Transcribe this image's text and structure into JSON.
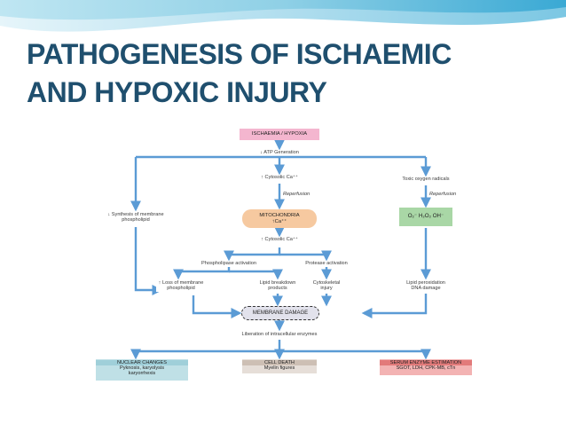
{
  "slide": {
    "title_lines": [
      "PATHOGENESIS OF ISCHAEMIC",
      "AND HYPOXIC INJURY"
    ]
  },
  "colors": {
    "title": "#1f4f6e",
    "arrow": "#5b9bd5",
    "ischaemia_box": "#f4b6cf",
    "mitochondria_box": "#f6c9a0",
    "radicals_box": "#a9d7a6",
    "nuclear_box": "#bfe0e6",
    "cell_death_box": "#d8cec6",
    "serum_box": "#ea8f8f",
    "membrane_damage_box": "#e2e2ec"
  },
  "diagram": {
    "ischaemia": "ISCHAEMIA / HYPOXIA",
    "atp": "↓ ATP Generation",
    "cytosolic_ca_1": "↑ Cytosolic Ca⁺⁺",
    "toxic_radicals": "Toxic oxygen radicals",
    "reperfusion_left": "Reperfusion",
    "reperfusion_right": "Reperfusion",
    "synthesis_lines": [
      "↓ Synthesis of membrane",
      "phospholipid"
    ],
    "mitochondria_lines": [
      "MITOCHONDRIA",
      "↑Ca⁺⁺"
    ],
    "radicals_formula": "O₂⁻ H₂O₂ OH⁻",
    "cytosolic_ca_2": "↑ Cytosolic Ca⁺⁺",
    "phospholipase": "Phospholipase activation",
    "protease": "Protease activation",
    "loss_lines": [
      "↑ Loss of membrane",
      "phospholipid"
    ],
    "lipid_breakdown_lines": [
      "Lipid breakdown",
      "products"
    ],
    "cytoskeletal_lines": [
      "Cytoskeletal",
      "injury"
    ],
    "lipid_peroxidation_lines": [
      "Lipid peroxidation",
      "DNA damage"
    ],
    "membrane_damage": "MEMBRANE DAMAGE",
    "liberation": "Liberation of intracellular enzymes",
    "nuclear_changes": {
      "heading": "NUCLEAR CHANGES",
      "lines": [
        "Pyknosis, karyolysis",
        "karyorrhexis"
      ]
    },
    "cell_death": {
      "heading": "CELL DEATH",
      "lines": [
        "Myelin figures"
      ]
    },
    "serum_enzyme": {
      "heading": "SERUM ENZYME ESTIMATION",
      "lines": [
        "SGOT, LDH, CPK-MB, cTn"
      ]
    }
  }
}
